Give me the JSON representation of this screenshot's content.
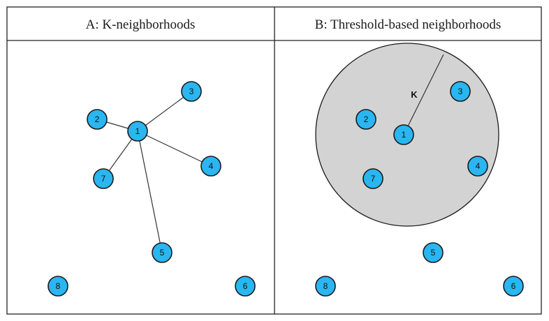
{
  "panels": [
    {
      "id": "a",
      "title": "A: K-neighborhoods",
      "nodes": [
        {
          "label": "1"
        },
        {
          "label": "2"
        },
        {
          "label": "3"
        },
        {
          "label": "4"
        },
        {
          "label": "5"
        },
        {
          "label": "6"
        },
        {
          "label": "7"
        },
        {
          "label": "8"
        }
      ],
      "edges": [
        [
          "1",
          "2"
        ],
        [
          "1",
          "3"
        ],
        [
          "1",
          "4"
        ],
        [
          "1",
          "5"
        ],
        [
          "1",
          "7"
        ]
      ]
    },
    {
      "id": "b",
      "title": "B: Threshold-based neighborhoods",
      "radius_label": "K",
      "nodes": [
        {
          "label": "1"
        },
        {
          "label": "2"
        },
        {
          "label": "3"
        },
        {
          "label": "4"
        },
        {
          "label": "5"
        },
        {
          "label": "6"
        },
        {
          "label": "7"
        },
        {
          "label": "8"
        }
      ]
    }
  ],
  "colors": {
    "node_fill": "#29b6f1",
    "circle_fill": "#d3d3d3"
  }
}
